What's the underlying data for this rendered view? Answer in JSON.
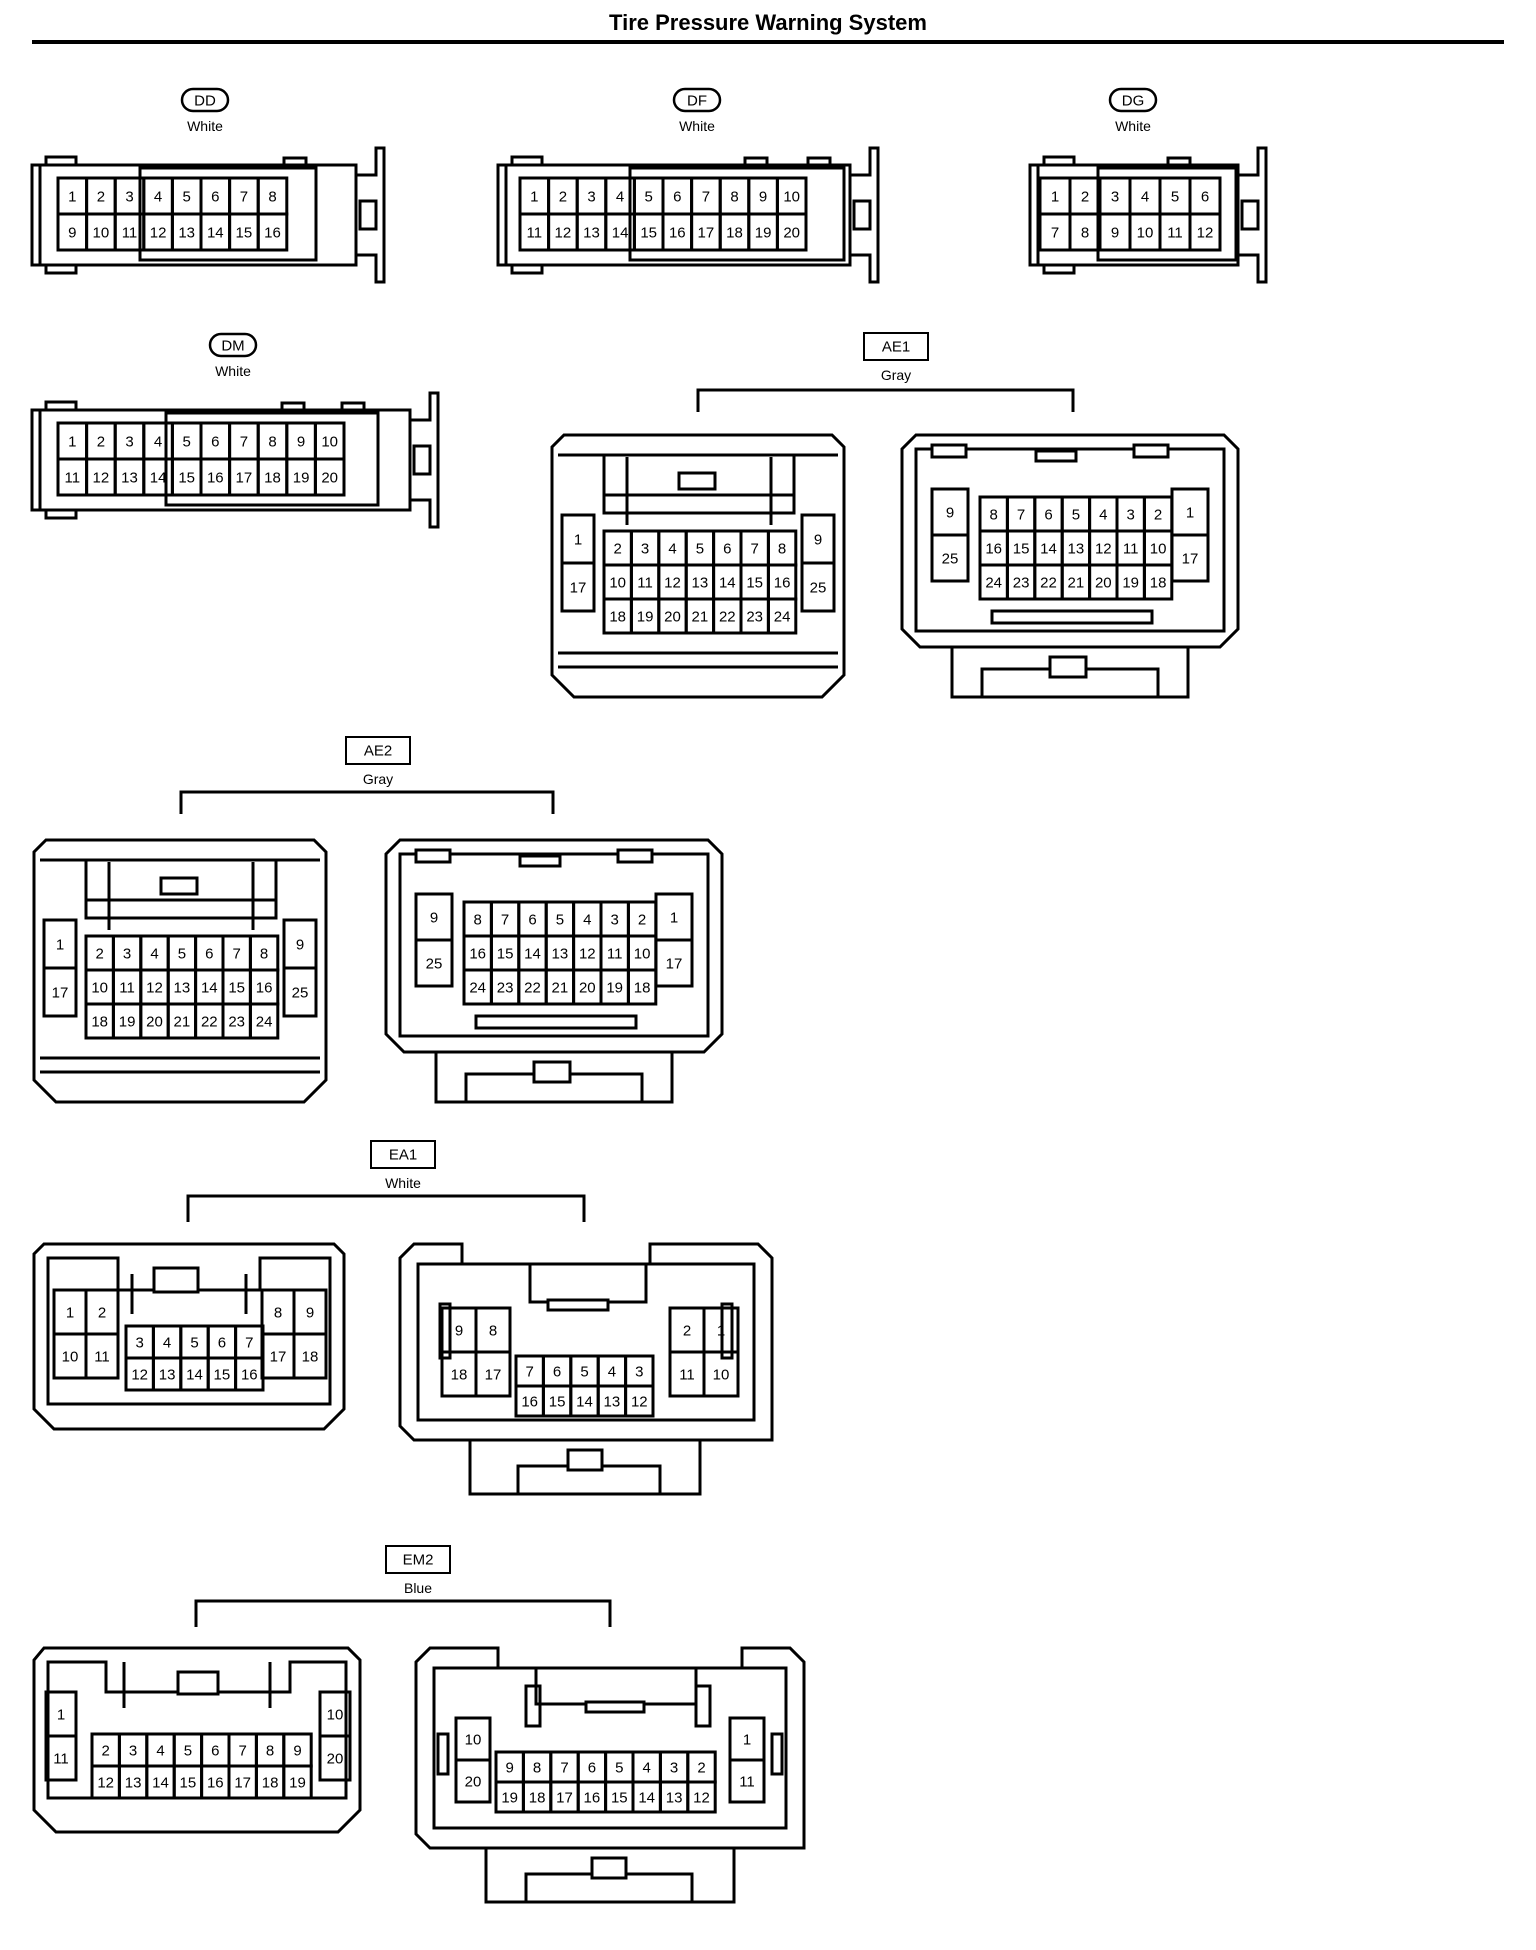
{
  "page": {
    "title": "Tire Pressure Warning System"
  },
  "connectors": [
    {
      "id": "dd",
      "code": "DD",
      "color": "White",
      "label_style": "oval",
      "views": [
        {
          "style": "inline",
          "rows": [
            [
              "1",
              "2",
              "3",
              "4",
              "5",
              "6",
              "7",
              "8"
            ],
            [
              "9",
              "10",
              "11",
              "12",
              "13",
              "14",
              "15",
              "16"
            ]
          ]
        }
      ]
    },
    {
      "id": "df",
      "code": "DF",
      "color": "White",
      "label_style": "oval",
      "views": [
        {
          "style": "inline",
          "rows": [
            [
              "1",
              "2",
              "3",
              "4",
              "5",
              "6",
              "7",
              "8",
              "9",
              "10"
            ],
            [
              "11",
              "12",
              "13",
              "14",
              "15",
              "16",
              "17",
              "18",
              "19",
              "20"
            ]
          ]
        }
      ]
    },
    {
      "id": "dg",
      "code": "DG",
      "color": "White",
      "label_style": "oval",
      "views": [
        {
          "style": "inline",
          "rows": [
            [
              "1",
              "2",
              "3",
              "4",
              "5",
              "6"
            ],
            [
              "7",
              "8",
              "9",
              "10",
              "11",
              "12"
            ]
          ]
        }
      ]
    },
    {
      "id": "dm",
      "code": "DM",
      "color": "White",
      "label_style": "oval",
      "views": [
        {
          "style": "inline",
          "rows": [
            [
              "1",
              "2",
              "3",
              "4",
              "5",
              "6",
              "7",
              "8",
              "9",
              "10"
            ],
            [
              "11",
              "12",
              "13",
              "14",
              "15",
              "16",
              "17",
              "18",
              "19",
              "20"
            ]
          ]
        }
      ]
    },
    {
      "id": "ae1",
      "code": "AE1",
      "color": "Gray",
      "label_style": "box",
      "views": [
        {
          "style": "female",
          "left": [
            "1",
            "17"
          ],
          "right": [
            "9",
            "25"
          ],
          "rows": [
            [
              "2",
              "3",
              "4",
              "5",
              "6",
              "7",
              "8"
            ],
            [
              "10",
              "11",
              "12",
              "13",
              "14",
              "15",
              "16"
            ],
            [
              "18",
              "19",
              "20",
              "21",
              "22",
              "23",
              "24"
            ]
          ]
        },
        {
          "style": "male",
          "left": [
            "9",
            "25"
          ],
          "right": [
            "1",
            "17"
          ],
          "rows": [
            [
              "8",
              "7",
              "6",
              "5",
              "4",
              "3",
              "2"
            ],
            [
              "16",
              "15",
              "14",
              "13",
              "12",
              "11",
              "10"
            ],
            [
              "24",
              "23",
              "22",
              "21",
              "20",
              "19",
              "18"
            ]
          ]
        }
      ]
    },
    {
      "id": "ae2",
      "code": "AE2",
      "color": "Gray",
      "label_style": "box",
      "views": [
        {
          "style": "female",
          "left": [
            "1",
            "17"
          ],
          "right": [
            "9",
            "25"
          ],
          "rows": [
            [
              "2",
              "3",
              "4",
              "5",
              "6",
              "7",
              "8"
            ],
            [
              "10",
              "11",
              "12",
              "13",
              "14",
              "15",
              "16"
            ],
            [
              "18",
              "19",
              "20",
              "21",
              "22",
              "23",
              "24"
            ]
          ]
        },
        {
          "style": "male",
          "left": [
            "9",
            "25"
          ],
          "right": [
            "1",
            "17"
          ],
          "rows": [
            [
              "8",
              "7",
              "6",
              "5",
              "4",
              "3",
              "2"
            ],
            [
              "16",
              "15",
              "14",
              "13",
              "12",
              "11",
              "10"
            ],
            [
              "24",
              "23",
              "22",
              "21",
              "20",
              "19",
              "18"
            ]
          ]
        }
      ]
    },
    {
      "id": "ea1",
      "code": "EA1",
      "color": "White",
      "label_style": "box",
      "views": [
        {
          "style": "female",
          "leftgrid": [
            [
              "1",
              "2"
            ],
            [
              "10",
              "11"
            ]
          ],
          "rightgrid": [
            [
              "8",
              "9"
            ],
            [
              "17",
              "18"
            ]
          ],
          "rows": [
            [
              "3",
              "4",
              "5",
              "6",
              "7"
            ],
            [
              "12",
              "13",
              "14",
              "15",
              "16"
            ]
          ]
        },
        {
          "style": "male",
          "leftgrid": [
            [
              "9",
              "8"
            ],
            [
              "18",
              "17"
            ]
          ],
          "rightgrid": [
            [
              "2",
              "1"
            ],
            [
              "11",
              "10"
            ]
          ],
          "rows": [
            [
              "7",
              "6",
              "5",
              "4",
              "3"
            ],
            [
              "16",
              "15",
              "14",
              "13",
              "12"
            ]
          ]
        }
      ]
    },
    {
      "id": "em2",
      "code": "EM2",
      "color": "Blue",
      "label_style": "box",
      "views": [
        {
          "style": "female",
          "left": [
            "1",
            "11"
          ],
          "right": [
            "10",
            "20"
          ],
          "rows": [
            [
              "2",
              "3",
              "4",
              "5",
              "6",
              "7",
              "8",
              "9"
            ],
            [
              "12",
              "13",
              "14",
              "15",
              "16",
              "17",
              "18",
              "19"
            ]
          ]
        },
        {
          "style": "male",
          "left": [
            "10",
            "20"
          ],
          "right": [
            "1",
            "11"
          ],
          "rows": [
            [
              "9",
              "8",
              "7",
              "6",
              "5",
              "4",
              "3",
              "2"
            ],
            [
              "19",
              "18",
              "17",
              "16",
              "15",
              "14",
              "13",
              "12"
            ]
          ]
        }
      ]
    }
  ]
}
